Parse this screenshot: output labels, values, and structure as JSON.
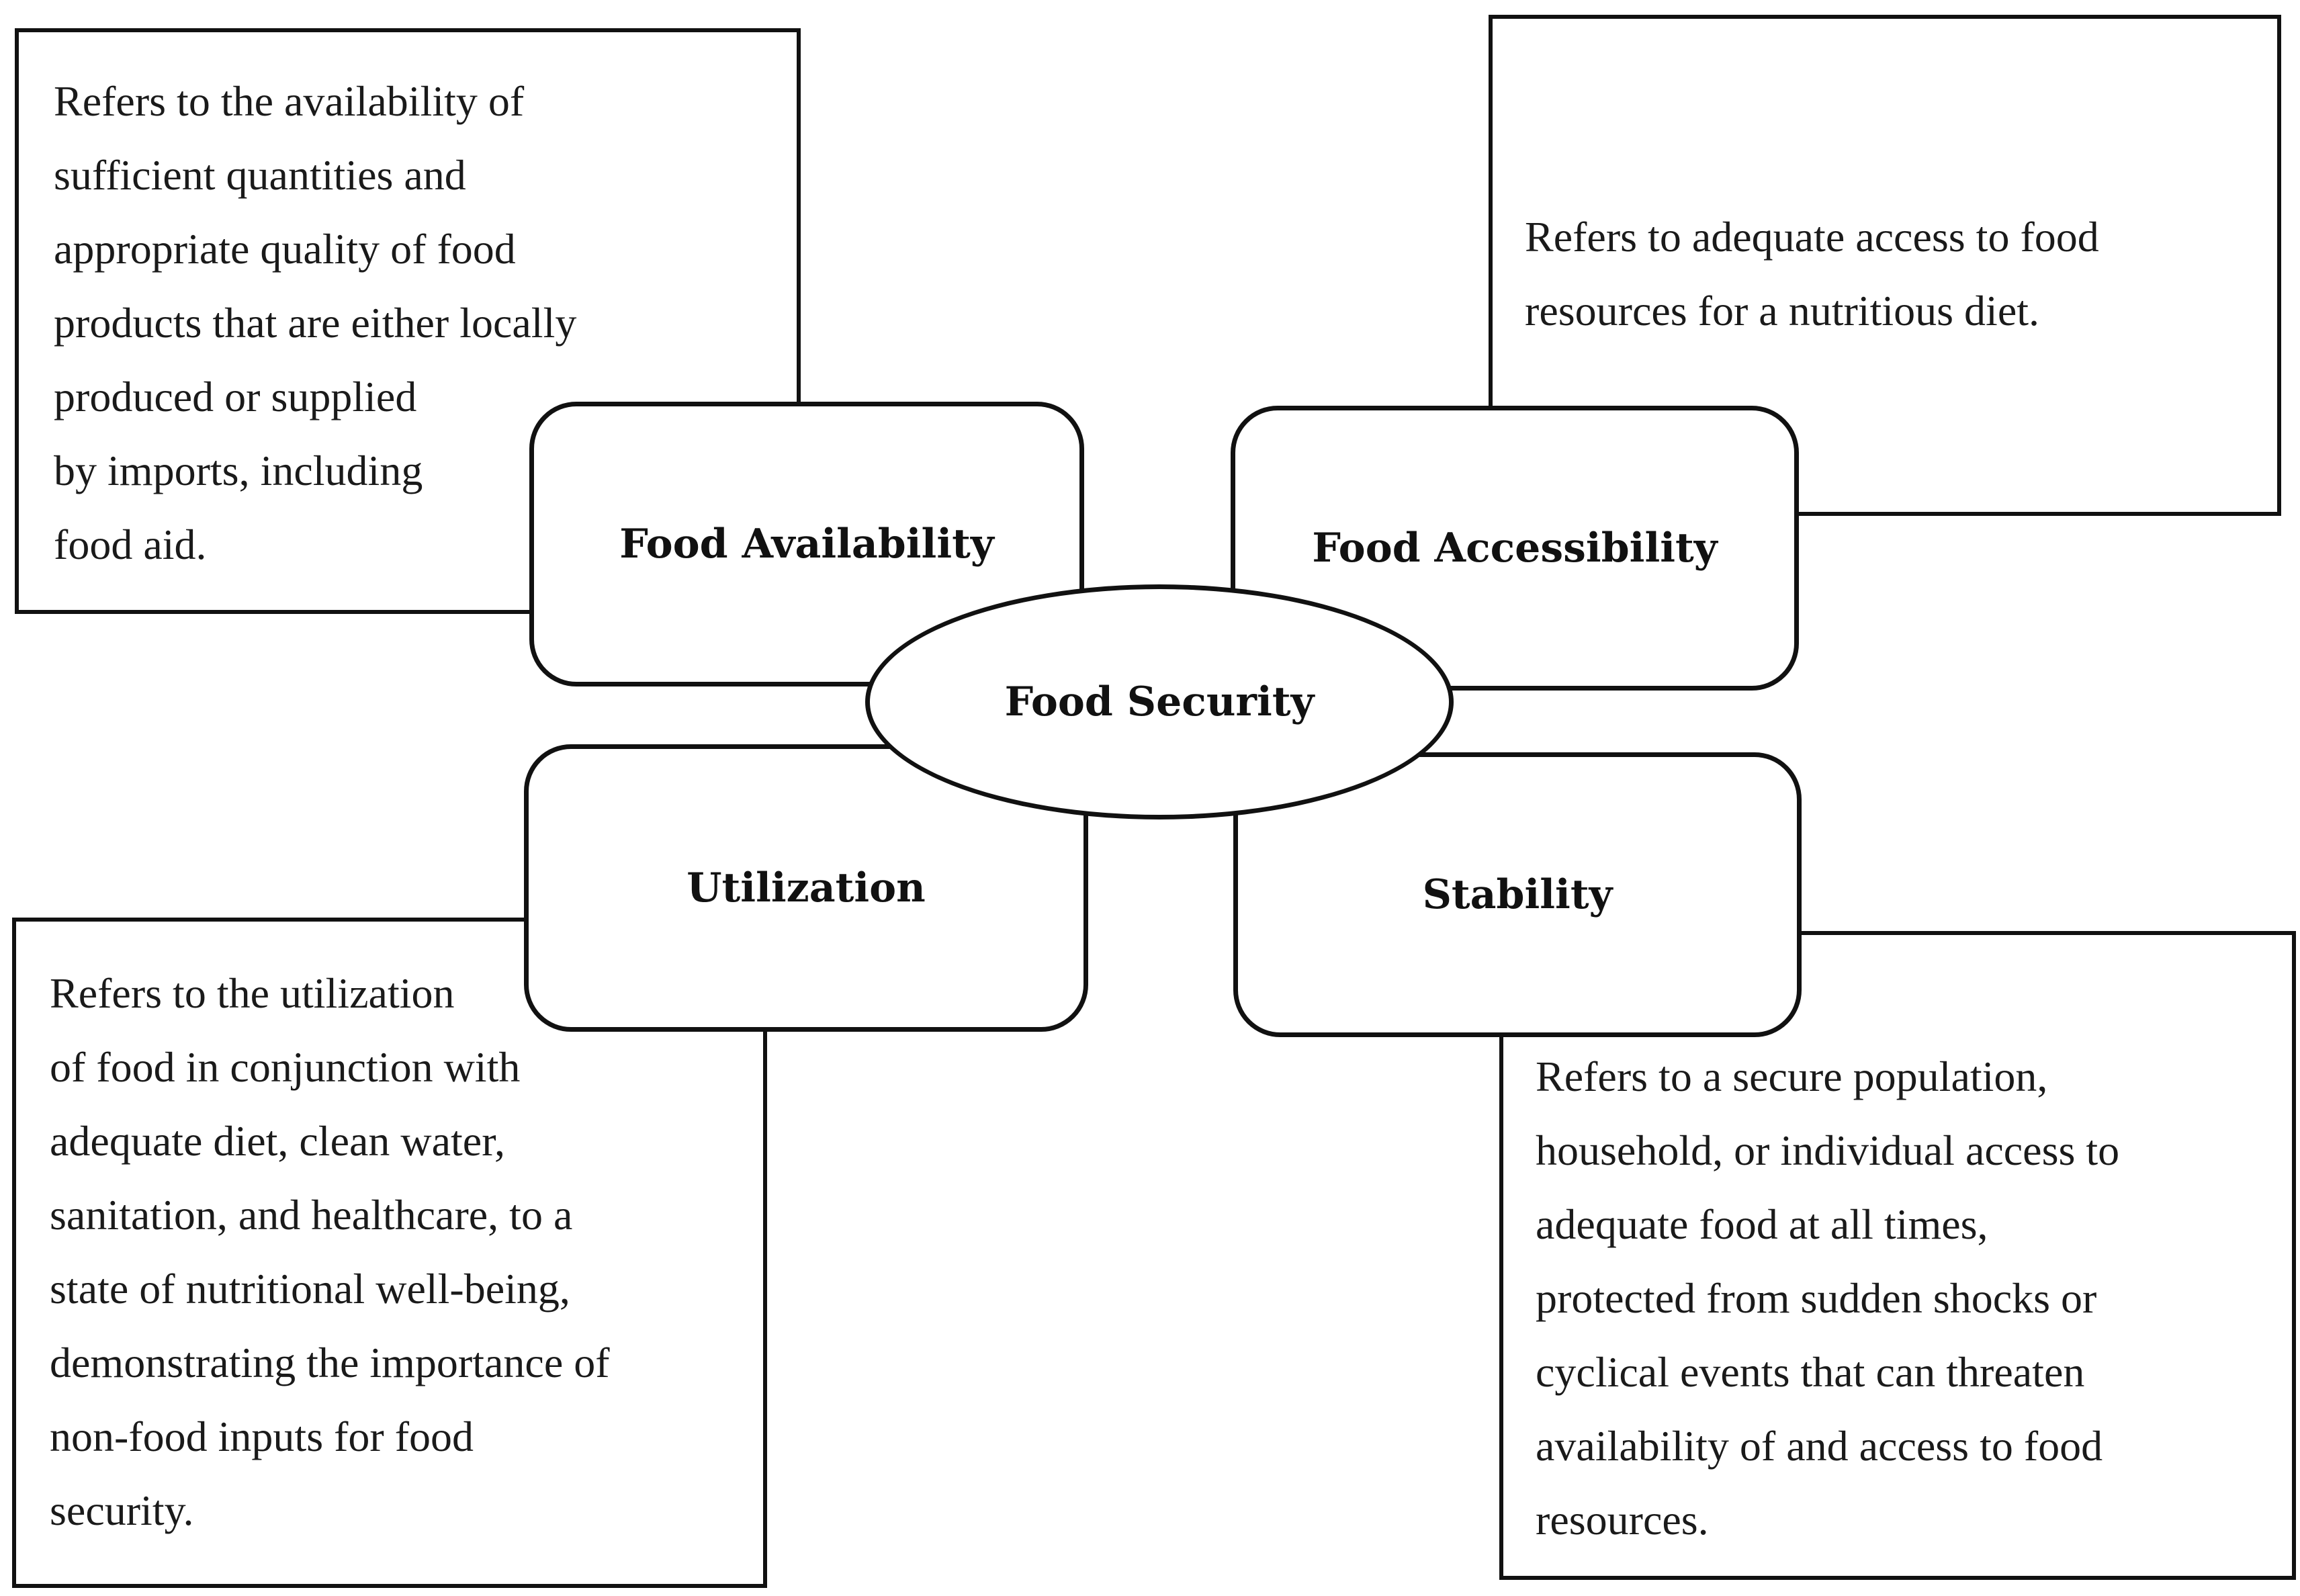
{
  "center": {
    "label": "Food Security"
  },
  "pillars": {
    "availability": {
      "label": "Food Availability",
      "description_lines": [
        "Refers to the availability of",
        "sufficient quantities and",
        "appropriate quality of food",
        "products that are either locally",
        "produced or supplied",
        "by imports, including",
        "food aid."
      ]
    },
    "accessibility": {
      "label": "Food Accessibility",
      "description_lines": [
        "Refers to adequate access to food",
        "resources for a nutritious diet."
      ]
    },
    "utilization": {
      "label": "Utilization",
      "description_lines": [
        "Refers to the utilization",
        "of food in conjunction with",
        "adequate diet, clean water,",
        "sanitation, and healthcare, to a",
        "state of nutritional well-being,",
        "demonstrating the importance of",
        "non-food inputs for food",
        "security."
      ]
    },
    "stability": {
      "label": "Stability",
      "description_lines": [
        "Refers to a secure population,",
        "household, or individual access to",
        "adequate food at all times,",
        "protected from sudden shocks or",
        "cyclical events that can threaten",
        "availability of and access to food",
        "resources."
      ]
    }
  }
}
